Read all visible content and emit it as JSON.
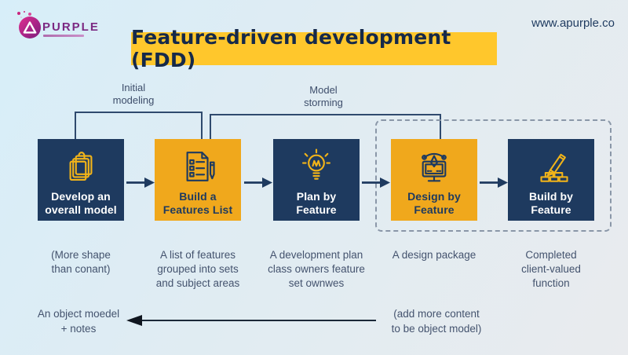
{
  "page": {
    "website": "www.apurple.co",
    "title": "Feature-driven development (FDD)"
  },
  "logo": {
    "brand": "PURPLE"
  },
  "brackets": {
    "initial_modeling": "Initial\nmodeling",
    "model_storming": "Model\nstorming"
  },
  "steps": [
    {
      "label": "Develop an\noverall model",
      "description": "(More shape\nthan conant)",
      "icon": "sticky-notes-icon",
      "color": "navy"
    },
    {
      "label": "Build a\nFeatures List",
      "description": "A list of features\ngrouped into sets\nand subject areas",
      "icon": "checklist-document-icon",
      "color": "yellow"
    },
    {
      "label": "Plan by\nFeature",
      "description": "A development plan\nclass owners feature\nset ownwes",
      "icon": "lightbulb-icon",
      "color": "navy"
    },
    {
      "label": "Design by\nFeature",
      "description": "A design package",
      "icon": "design-monitor-icon",
      "color": "yellow"
    },
    {
      "label": "Build by\nFeature",
      "description": "Completed\nclient-valued\nfunction",
      "icon": "pencil-bricks-icon",
      "color": "navy"
    }
  ],
  "feedback": {
    "left_note": "An object moedel\n+ notes",
    "right_note": "(add more content\nto be object model)"
  },
  "colors": {
    "navy": "#1E3A5F",
    "banner_yellow": "#FFC72C",
    "box_yellow": "#F0A81C",
    "icon_yellow": "#F2B419",
    "text_slate": "#44536E",
    "line_navy": "#2F4A6E",
    "brand_magenta": "#C9257E",
    "brand_purple": "#7B2982"
  }
}
